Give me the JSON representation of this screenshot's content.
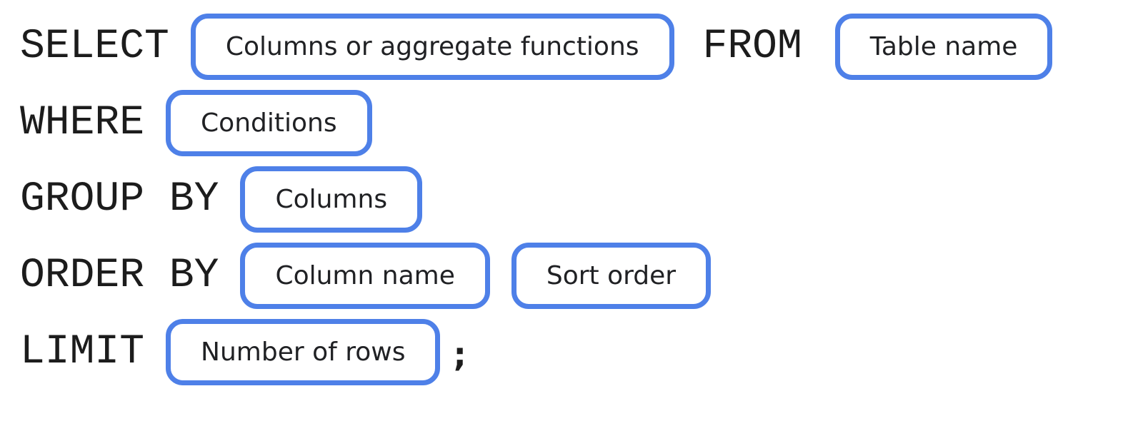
{
  "diagram_type": "sql-query-syntax",
  "colors": {
    "pill_border": "#4e80e8",
    "keyword_text": "#1c1c1c",
    "pill_text": "#202124",
    "background": "#ffffff"
  },
  "rows": {
    "select": {
      "keyword": "SELECT",
      "pill1": "Columns or aggregate functions",
      "keyword2": "FROM",
      "pill2": "Table name"
    },
    "where": {
      "keyword": "WHERE",
      "pill1": "Conditions"
    },
    "group": {
      "keyword": "GROUP BY",
      "pill1": "Columns"
    },
    "order": {
      "keyword": "ORDER BY",
      "pill1": "Column name",
      "pill2": "Sort order"
    },
    "limit": {
      "keyword": "LIMIT",
      "pill1": "Number of rows",
      "terminator": ";"
    }
  }
}
